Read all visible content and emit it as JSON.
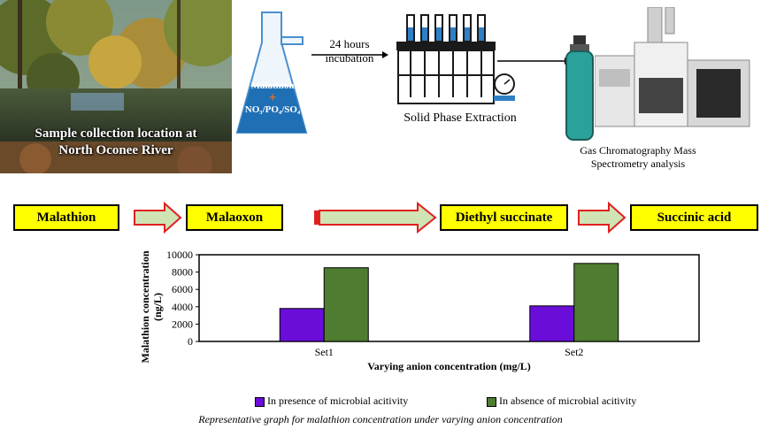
{
  "photo": {
    "caption_line1": "Sample collection location at",
    "caption_line2": "North Oconee River"
  },
  "flask": {
    "line1": "Malathion",
    "plus": "+",
    "line2": "NO₃/PO₄/SO₄"
  },
  "incubation": {
    "line1": "24 hours",
    "line2": "incubation"
  },
  "spe": {
    "label": "Solid Phase Extraction"
  },
  "gcms": {
    "line1": "Gas Chromatography Mass",
    "line2": "Spectrometry analysis"
  },
  "pathway": [
    "Malathion",
    "Malaoxon",
    "Diethyl succinate",
    "Succinic acid"
  ],
  "colors": {
    "arrow_fill": "#cfe3b5",
    "arrow_stroke": "#e02020",
    "box_fill": "#ffff00",
    "purple": "#6a0dd8",
    "green": "#4e7d32",
    "flask_liquid": "#1f6fb4"
  },
  "chart_data": {
    "type": "bar",
    "categories": [
      "Set1",
      "Set2"
    ],
    "series": [
      {
        "name": "In presence of microbial acitivity",
        "values": [
          3800,
          4100
        ],
        "color": "#6a0dd8"
      },
      {
        "name": "In absence of microbial acitivity",
        "values": [
          8500,
          9000
        ],
        "color": "#4e7d32"
      }
    ],
    "xlabel": "Varying anion concentration (mg/L)",
    "ylabel": "Malathion concentration (ng/L)",
    "ylim": [
      0,
      10000
    ],
    "yticks": [
      "0",
      "2000",
      "4000",
      "6000",
      "8000",
      "10000"
    ],
    "grid": false,
    "legend": "bottom"
  },
  "footnote": "Representative graph for malathion concentration under varying anion concentration"
}
